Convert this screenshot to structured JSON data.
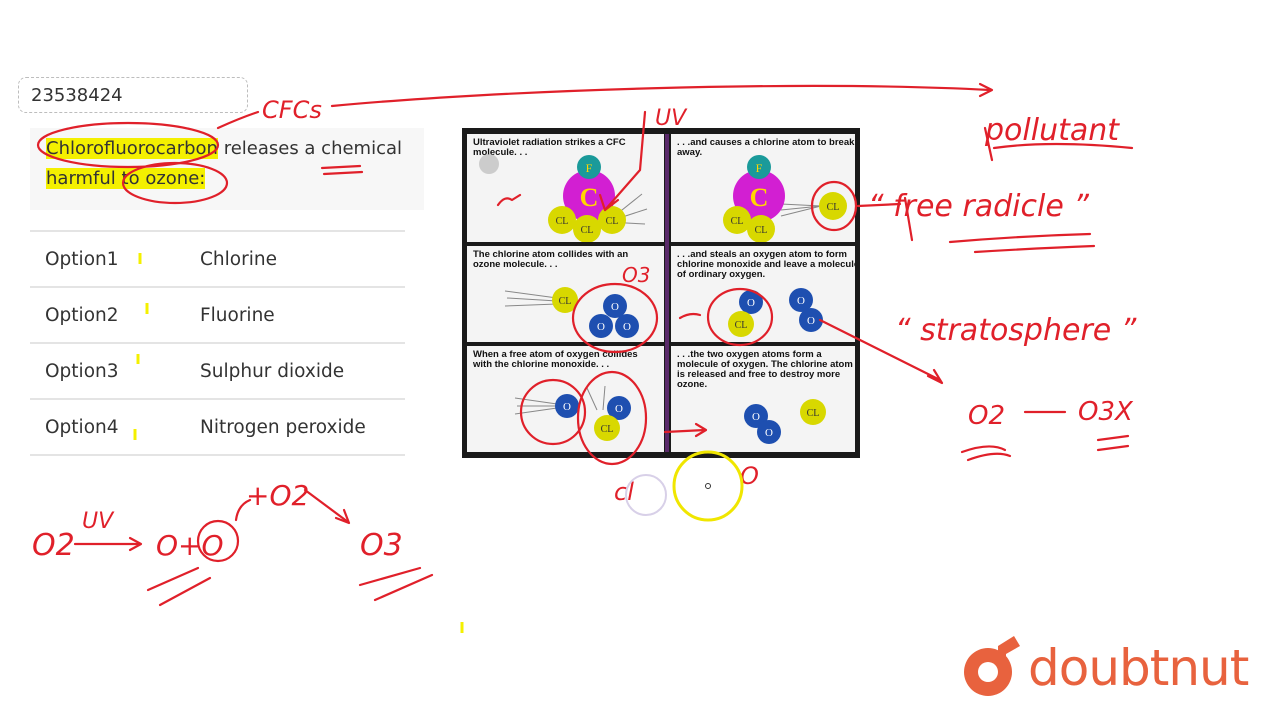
{
  "question_id": "23538424",
  "question": {
    "parts": [
      "Chlorofluorocarbon",
      " releases a chemical ",
      "harmful to ozone:"
    ]
  },
  "options": [
    {
      "label": "Option1",
      "value": "Chlorine"
    },
    {
      "label": "Option2",
      "value": "Fluorine"
    },
    {
      "label": "Option3",
      "value": "Sulphur dioxide"
    },
    {
      "label": "Option4",
      "value": "Nitrogen peroxide"
    }
  ],
  "figure": {
    "panels": [
      {
        "caption": "Ultraviolet radiation strikes a CFC molecule. . ."
      },
      {
        "caption": ". . .and causes a chlorine atom to break away."
      },
      {
        "caption": "The chlorine atom collides with an ozone molecule. . ."
      },
      {
        "caption": ". . .and steals an oxygen atom to form chlorine monoxide and leave a molecule of ordinary oxygen."
      },
      {
        "caption": "When a free atom of oxygen collides with the chlorine monoxide. . ."
      },
      {
        "caption": ". . .the two oxygen atoms form a molecule of oxygen. The chlorine atom is released and free to destroy more ozone."
      }
    ],
    "atom_labels": {
      "carbon": "C",
      "fluorine": "F",
      "chlorine": "CL",
      "oxygen": "O"
    }
  },
  "annotations": {
    "cfcs": "CFCs",
    "uv": "UV",
    "pollutant": "pollutant",
    "free_radicle": "“ free radicle ”",
    "stratosphere": "“ stratosphere ”",
    "o3_label": "O3",
    "cl": "cl",
    "o": "O",
    "eq_o2": "O2",
    "eq_o3x": "O3X",
    "reaction": {
      "o2": "O2",
      "uv": "UV",
      "o_plus_o": "O+O",
      "plus_o2": "+O2",
      "o3": "O3"
    }
  },
  "logo": {
    "text": "doubtnut",
    "color": "#e8623e"
  },
  "colors": {
    "ink": "#e0202a",
    "highlight": "#f4f000",
    "divider": "#5a2a6a"
  }
}
